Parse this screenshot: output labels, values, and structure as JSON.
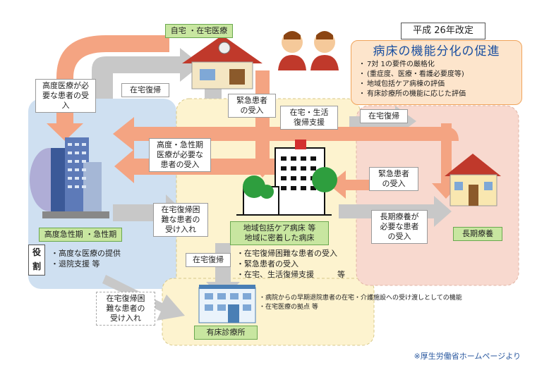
{
  "header": {
    "revision_label": "平成 26年改定",
    "promo_title": "病床の機能分化の促進",
    "promo_items": [
      "7対 1の要件の厳格化",
      "(重症度、医療・看護必要度等)",
      "地域包括ケア病棟の評価",
      "有床診療所の機能に応じた評価"
    ]
  },
  "nodes": {
    "home": "自宅 ・在宅医療",
    "acute": "高度急性期 ・急性期",
    "community": "地域包括ケア病床 等\n地域に密着した病床",
    "longterm": "長期療養",
    "clinic": "有床診療所"
  },
  "arrows": {
    "high_care_accept": "高度医療が必\n要な患者の受\n入",
    "return_home_1": "在宅復帰",
    "emergency_accept_1": "緊急患者\nの受入",
    "home_life_support": "在宅・生活\n復帰支援",
    "return_home_2": "在宅復帰",
    "acute_accept": "高度・急性期\n医療が必要な\n患者の受入",
    "emergency_accept_2": "緊急患者\nの受入",
    "difficult_return_1": "在宅復帰困\n難な患者の\n受け入れ",
    "longterm_accept": "長期療養が\n必要な患者\nの受入",
    "return_home_3": "在宅復帰",
    "difficult_return_2": "在宅復帰困\n難な患者の\n受け入れ"
  },
  "roles": {
    "label": "役\n割",
    "acute_role": "・高度な医療の提供\n・退院支援 等",
    "community_role": "・在宅復帰困難な患者の受入\n・緊急患者の受入\n・在宅、生活復帰支援　　　等",
    "clinic_role": "・病院からの早期退院患者の在宅・介護施設への受け渡しとしての機能\n・在宅医療の拠点 等"
  },
  "source": "※厚生労働省ホームページより",
  "colors": {
    "orange_arrow": "#f4a482",
    "grey_arrow": "#c8c8c8",
    "acute_area": "#cfe0f1",
    "community_area": "#fdf3cf",
    "longterm_area": "#f8d9cf",
    "green_label": "#c8e6a0",
    "promo_title": "#1a4fa0"
  }
}
